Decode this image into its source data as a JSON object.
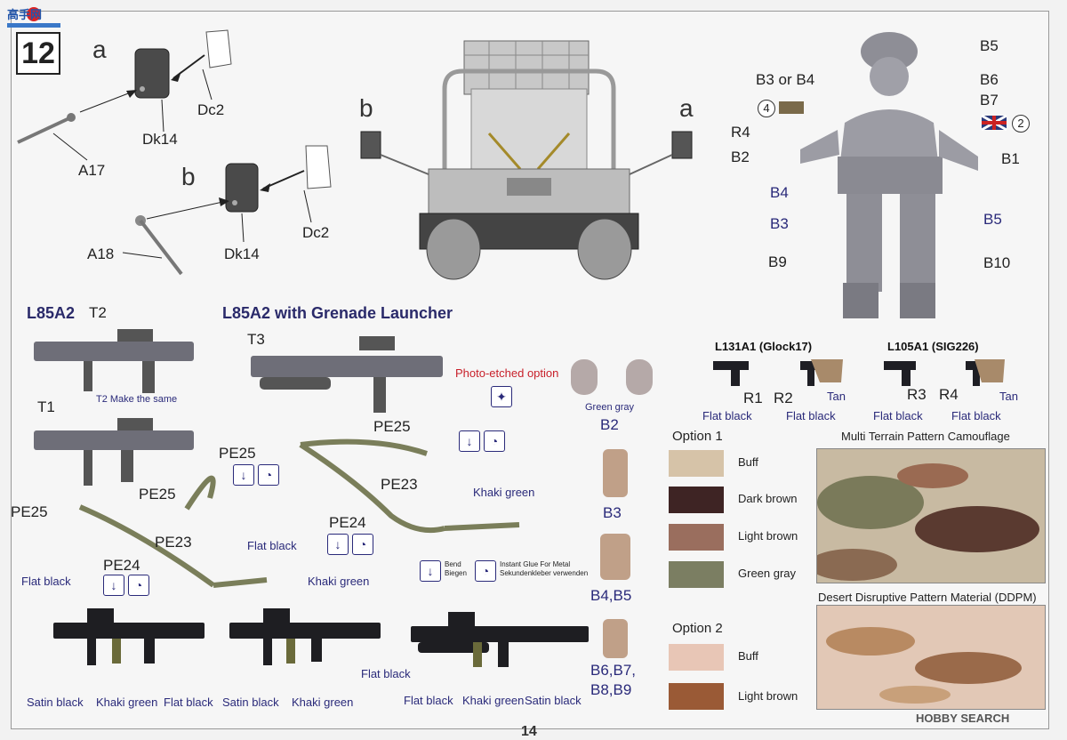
{
  "page": {
    "step": "12",
    "page_number": "14"
  },
  "watermark": {
    "top_logo": "高手网",
    "bottom_logo": "HOBBY SEARCH"
  },
  "mirror_assembly": {
    "a": {
      "letter": "a",
      "parts": [
        "Dk14",
        "Dc2",
        "A17"
      ]
    },
    "b": {
      "letter": "b",
      "parts": [
        "Dk14",
        "Dc2",
        "A18"
      ]
    }
  },
  "vehicle": {
    "left_label": "b",
    "right_label": "a"
  },
  "figure": {
    "labels": [
      "B5",
      "B3 or B4",
      "B6",
      "B7",
      "R4",
      "B2",
      "B1",
      "B4",
      "B5",
      "B3",
      "B9",
      "B10"
    ],
    "decal_4": "4",
    "decal_2": "2"
  },
  "rifles": {
    "l85a2": {
      "title": "L85A2",
      "t2": "T2",
      "t1": "T1",
      "note": "T2 Make the same"
    },
    "l85a2_gl": {
      "title": "L85A2 with Grenade Launcher",
      "t3": "T3"
    },
    "photo_etched": "Photo-etched option",
    "sling_labels": [
      "PE25",
      "PE23",
      "PE24",
      "PE25",
      "PE23",
      "PE24",
      "PE25",
      "PE25"
    ],
    "colors": [
      "Flat black",
      "Khaki green",
      "Flat black",
      "Khaki green"
    ]
  },
  "legend": {
    "bend": "Bend",
    "bend_de": "Biegen",
    "glue": "Instant Glue For Metal",
    "glue_de": "Sekundenkleber verwenden"
  },
  "bottom_rifles": [
    {
      "labels": [
        "Satin black",
        "Khaki green",
        "Flat black"
      ]
    },
    {
      "labels": [
        "Satin black",
        "Khaki green",
        "Flat black"
      ]
    },
    {
      "labels": [
        "Flat black",
        "Khaki green",
        "Satin black"
      ]
    }
  ],
  "pouches": {
    "b2_color": "Green gray",
    "b2": "B2",
    "b3": "B3",
    "b4b5": "B4,B5",
    "b6_line1": "B6,B7,",
    "b6_line2": "B8,B9"
  },
  "pistols": {
    "glock": {
      "title": "L131A1 (Glock17)",
      "r1": "R1",
      "r2": "R2",
      "c1": "Flat black",
      "c2": "Flat black",
      "tan": "Tan"
    },
    "sig": {
      "title": "L105A1 (SIG226)",
      "r3": "R3",
      "r4": "R4",
      "c1": "Flat black",
      "c2": "Flat black",
      "tan": "Tan"
    }
  },
  "options": {
    "option1": {
      "title": "Option 1",
      "colors": [
        {
          "name": "Buff",
          "hex": "#d6c3a8"
        },
        {
          "name": "Dark brown",
          "hex": "#3e2424"
        },
        {
          "name": "Light brown",
          "hex": "#9a6e5e"
        },
        {
          "name": "Green gray",
          "hex": "#7b7e62"
        }
      ]
    },
    "option2": {
      "title": "Option 2",
      "colors": [
        {
          "name": "Buff",
          "hex": "#e8c6b6"
        },
        {
          "name": "Light brown",
          "hex": "#9a5a36"
        }
      ]
    },
    "camo_mtp": "Multi Terrain Pattern Camouflage",
    "camo_ddpm": "Desert Disruptive Pattern Material (DDPM)"
  }
}
